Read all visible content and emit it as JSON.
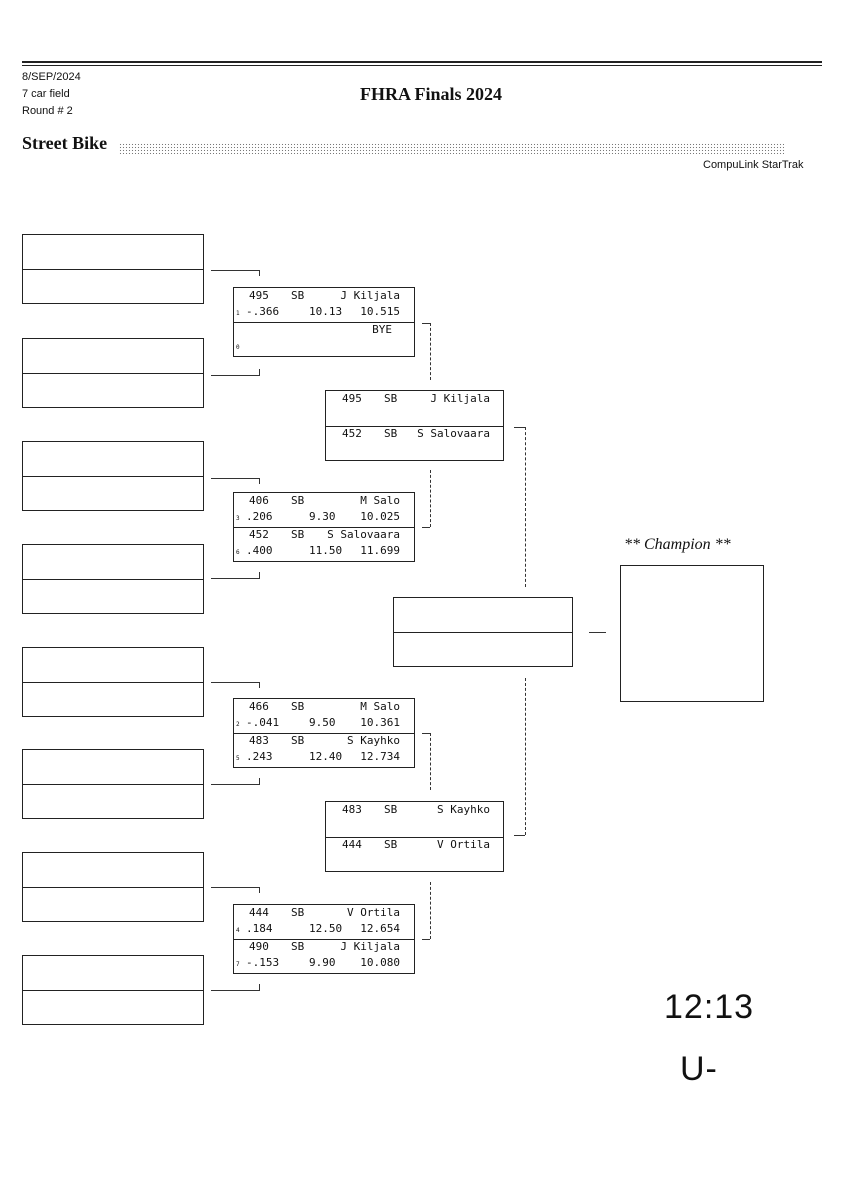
{
  "header": {
    "date": "8/SEP/2024",
    "field": "7 car field",
    "round": "Round # 2",
    "event_title": "FHRA Finals 2024",
    "class_name": "Street Bike",
    "brand": "CompuLink StarTrak"
  },
  "round2": [
    {
      "top": {
        "num": "495",
        "cls": "SB",
        "name": "J Kiljala",
        "lane": "1",
        "rt": "-.366",
        "dial": "10.13",
        "et": "10.515"
      },
      "bottom": {
        "num": "",
        "cls": "",
        "name": "BYE",
        "lane": "0",
        "rt": "",
        "dial": "",
        "et": ""
      }
    },
    {
      "top": {
        "num": "406",
        "cls": "SB",
        "name": "M Salo",
        "lane": "3",
        "rt": ".206",
        "dial": "9.30",
        "et": "10.025"
      },
      "bottom": {
        "num": "452",
        "cls": "SB",
        "name": "S Salovaara",
        "lane": "6",
        "rt": ".400",
        "dial": "11.50",
        "et": "11.699"
      }
    },
    {
      "top": {
        "num": "466",
        "cls": "SB",
        "name": "M Salo",
        "lane": "2",
        "rt": "-.041",
        "dial": "9.50",
        "et": "10.361"
      },
      "bottom": {
        "num": "483",
        "cls": "SB",
        "name": "S Kayhko",
        "lane": "5",
        "rt": ".243",
        "dial": "12.40",
        "et": "12.734"
      }
    },
    {
      "top": {
        "num": "444",
        "cls": "SB",
        "name": "V Ortila",
        "lane": "4",
        "rt": ".184",
        "dial": "12.50",
        "et": "12.654"
      },
      "bottom": {
        "num": "490",
        "cls": "SB",
        "name": "J Kiljala",
        "lane": "7",
        "rt": "-.153",
        "dial": "9.90",
        "et": "10.080"
      }
    }
  ],
  "semis": [
    {
      "top": {
        "num": "495",
        "cls": "SB",
        "name": "J Kiljala"
      },
      "bottom": {
        "num": "452",
        "cls": "SB",
        "name": "S Salovaara"
      }
    },
    {
      "top": {
        "num": "483",
        "cls": "SB",
        "name": "S Kayhko"
      },
      "bottom": {
        "num": "444",
        "cls": "SB",
        "name": "V Ortila"
      }
    }
  ],
  "champion_label": "** Champion **",
  "handwriting": {
    "time": "12:13",
    "initials": "U-"
  }
}
